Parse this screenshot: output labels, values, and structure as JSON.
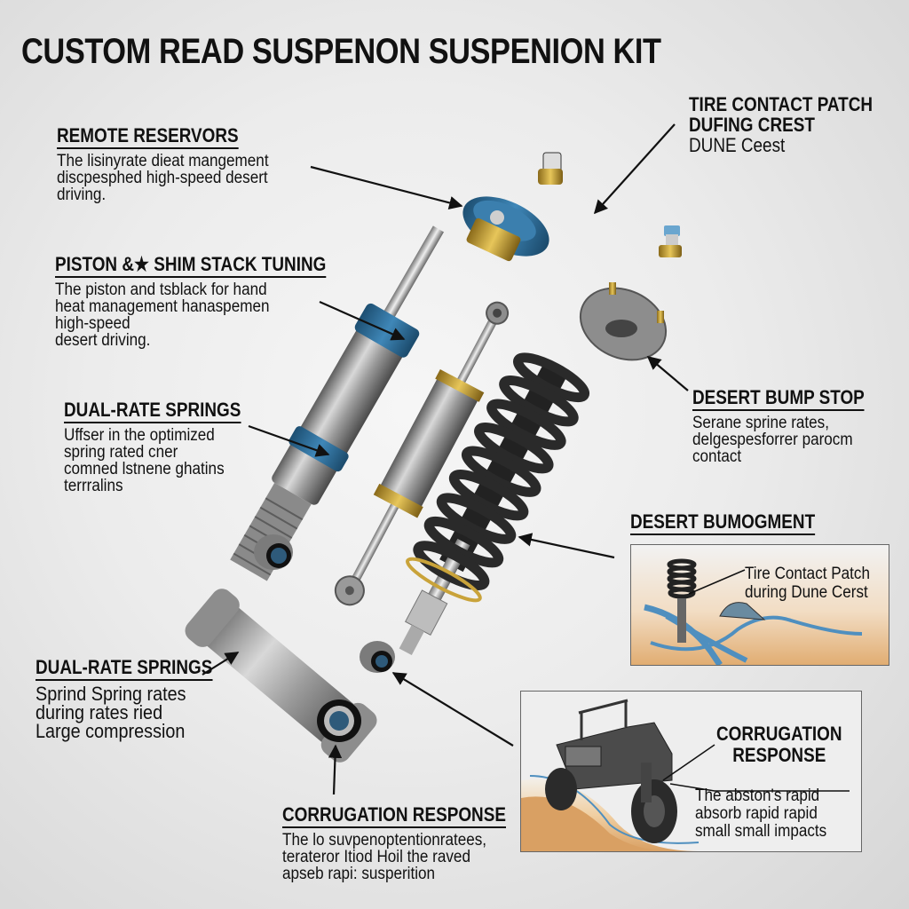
{
  "title": "CUSTOM READ SUSPENON SUSPENION KIT",
  "callouts": {
    "remote_reservoirs": {
      "heading": "REMOTE RESERVORS",
      "lines": [
        "The lisinyrate dieat mangement",
        "discpesphed high-speed desert",
        "driving."
      ]
    },
    "piston_shim": {
      "heading": "PISTON &★ SHIM STACK TUNING",
      "lines": [
        "The piston and tsblack for hand",
        "heat management hanaspemen",
        "high-speed",
        "desert driving."
      ]
    },
    "dual_rate_1": {
      "heading": "DUAL-RATE SPRINGS",
      "lines": [
        "Uffser in the optimized",
        "spring rated cner",
        "comned lstnene ghatins",
        "terrralins"
      ]
    },
    "dual_rate_2": {
      "heading": "DUAL-RATE SPRINGS",
      "lines": [
        "Sprind Spring rates",
        "during rates ried",
        "Large compression"
      ]
    },
    "corrugation_bottom": {
      "heading": "CORRUGATION RESPONSE",
      "lines": [
        "The lo suvpenoptentionratees,",
        "terateror Itiod Hoil the raved",
        "apseb rapi: susperition"
      ]
    },
    "tire_contact": {
      "lines": [
        "TIRE CONTACT PATCH",
        "DUFING CREST",
        "DUNE Ceest"
      ]
    },
    "desert_bump_stop": {
      "heading": "DESERT BUMP STOP",
      "lines": [
        "Serane sprine rates,",
        "delgespesforrer parocm",
        "contact"
      ]
    },
    "desert_bumogment": {
      "heading": "DESERT BUMOGMENT",
      "inset_lines": [
        "Tire Contact Patch",
        "during Dune Cerst"
      ]
    },
    "corrugation_inset": {
      "heading_lines": [
        "CORRUGATION",
        "RESPONSE"
      ],
      "lines": [
        "The abston's rapid",
        "absorb rapid rapid",
        "small small impacts"
      ]
    }
  },
  "colors": {
    "anodized_blue": "#2f6f9a",
    "brass": "#c9a33a",
    "spring_black": "#262626",
    "steel": "#9a9a9a",
    "sand": "#d9a86a",
    "terrain_blue": "#4f8fbf"
  }
}
